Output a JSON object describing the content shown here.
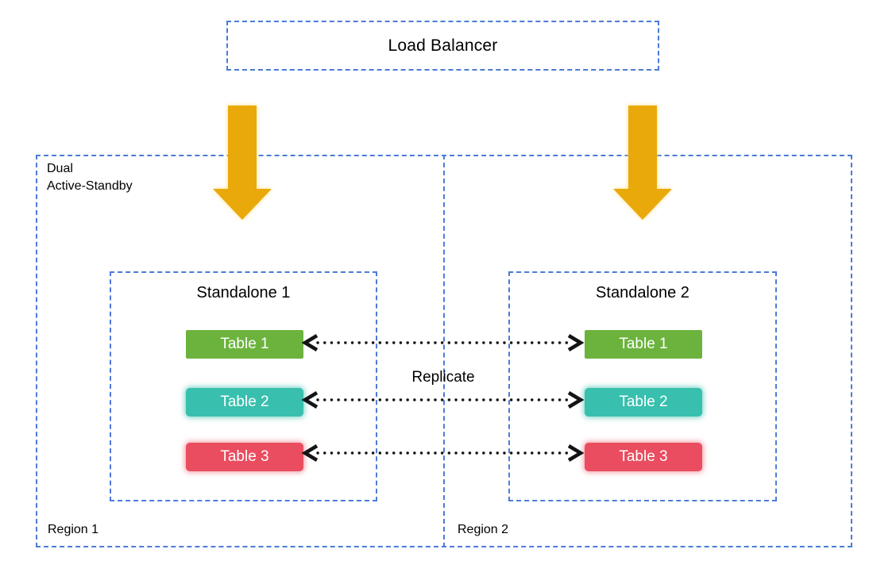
{
  "diagram": {
    "load_balancer": {
      "label": "Load Balancer"
    },
    "cluster_label": "Dual\nActive-Standby",
    "replicate_label": "Replicate",
    "regions": [
      {
        "label": "Region 1",
        "standalone": {
          "title": "Standalone 1",
          "tables": [
            {
              "label": "Table 1",
              "color": "#6CB33E"
            },
            {
              "label": "Table 2",
              "color": "#38BFAE"
            },
            {
              "label": "Table 3",
              "color": "#E94D5F"
            }
          ]
        }
      },
      {
        "label": "Region 2",
        "standalone": {
          "title": "Standalone 2",
          "tables": [
            {
              "label": "Table 1",
              "color": "#6CB33E"
            },
            {
              "label": "Table 2",
              "color": "#38BFAE"
            },
            {
              "label": "Table 3",
              "color": "#E94D5F"
            }
          ]
        }
      }
    ],
    "colors": {
      "border_blue": "#4B7BD9",
      "arrow_gold": "#E9A90B",
      "dotted_arrow_black": "#141414",
      "table_green": "#6CB33E",
      "table_teal": "#38BFAE",
      "table_red": "#E94D5F",
      "text": "#000000",
      "background": "#FFFFFF"
    }
  }
}
